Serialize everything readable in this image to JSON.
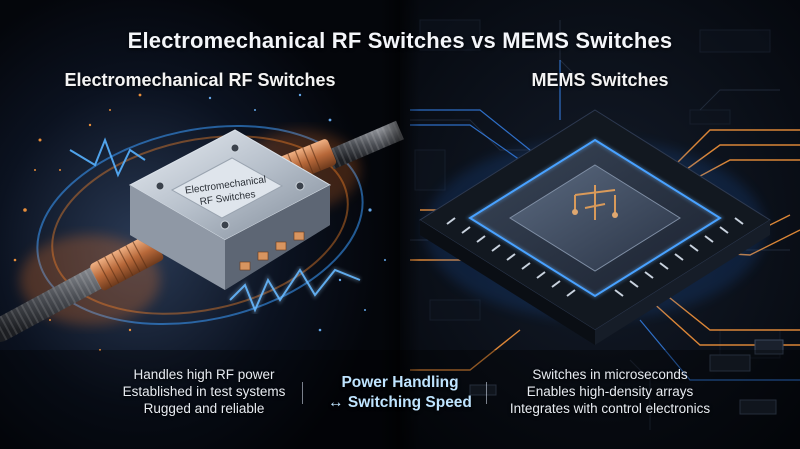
{
  "title": "Electromechanical RF Switches vs MEMS Switches",
  "left": {
    "heading": "Electromechanical RF Switches",
    "device_label_line1": "Electromechanical",
    "device_label_line2": "RF Switches",
    "bullets": [
      "Handles high RF power",
      "Established in test systems",
      "Rugged and reliable"
    ]
  },
  "right": {
    "heading": "MEMS Switches",
    "bullets": [
      "Switches in microseconds",
      "Enables high-density arrays",
      "Integrates with control electronics"
    ]
  },
  "center": {
    "line1": "Power Handling",
    "line2": "↔ Switching Speed"
  },
  "colors": {
    "left_glow": "#ff8a2a",
    "right_glow": "#2f8cff",
    "copper": "#c77a45",
    "trace_orange": "#ff9a3c"
  }
}
